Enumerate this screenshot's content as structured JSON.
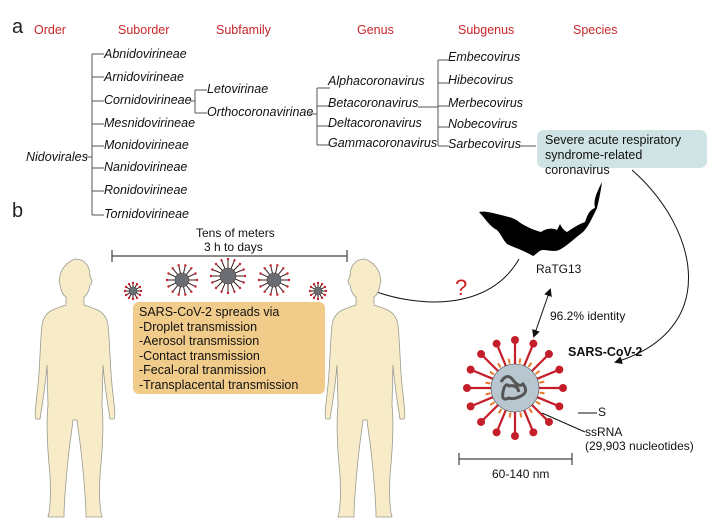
{
  "panels": {
    "a": "a",
    "b": "b"
  },
  "ranks": {
    "order": "Order",
    "suborder": "Suborder",
    "subfamily": "Subfamily",
    "genus": "Genus",
    "subgenus": "Subgenus",
    "species": "Species"
  },
  "taxonomy": {
    "order": "Nidovirales",
    "suborders": [
      "Abnidovirineae",
      "Arnidovirineae",
      "Cornidovirineae",
      "Mesnidovirineae",
      "Monidovirineae",
      "Nanidovirineae",
      "Ronidovirineae",
      "Tornidovirineae"
    ],
    "subfamilies": [
      "Letovirinae",
      "Orthocoronavirinae"
    ],
    "genera": [
      "Alphacoronavirus",
      "Betacoronavirus",
      "Deltacoronavirus",
      "Gammacoronavirus"
    ],
    "subgenera": [
      "Embecovirus",
      "Hibecovirus",
      "Merbecovirus",
      "Nobecovirus",
      "Sarbecovirus"
    ],
    "species_line1": "Severe acute respiratory",
    "species_line2": "syndrome-related coronavirus"
  },
  "transmission": {
    "distance": "Tens of meters",
    "duration": "3 h to days",
    "title": "SARS-CoV-2 spreads via",
    "routes": [
      "-Droplet transmission",
      "-Aerosol transmission",
      "-Contact transmission",
      "-Fecal-oral tranmission",
      "-Transplacental transmission"
    ],
    "question_mark": "?"
  },
  "bat": {
    "label": "RaTG13"
  },
  "identity": "96.2% identity",
  "virion": {
    "name": "SARS-CoV-2",
    "spike_label": "S",
    "rna_label": "ssRNA",
    "rna_length": "(29,903 nucleotides)",
    "size": "60-140 nm"
  },
  "colors": {
    "rank_red": "#c8262a",
    "species_box": "#cfe3e4",
    "spread_box": "#f1cb8a",
    "human_skin": "#f8ecc8",
    "spike_red": "#c41e2a",
    "protein_orange": "#e8762a"
  }
}
